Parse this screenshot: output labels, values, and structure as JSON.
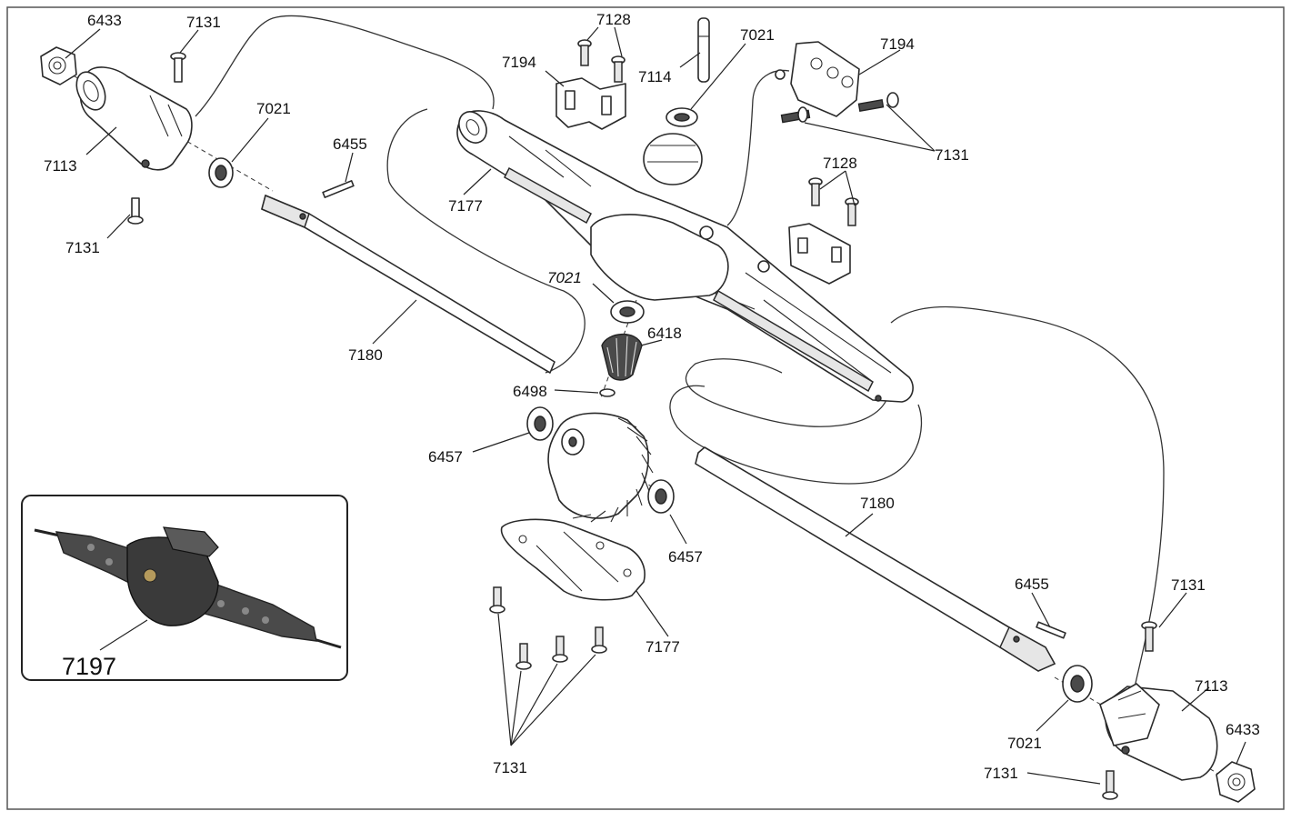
{
  "labels": {
    "nut_left": "6433",
    "screw_top_left": "7131",
    "hub_left": "7113",
    "screw_bottom_left": "7131",
    "bearing_left": "7021",
    "pin_left": "6455",
    "shaft_left": "7180",
    "screws_top": "7128",
    "mount_left": "7194",
    "pin_top": "7114",
    "bearing_top": "7021",
    "mount_right": "7194",
    "screws_right": "7131",
    "screws_mid": "7128",
    "housing_upper": "7177",
    "bearing_pinion": "7021",
    "pinion_gear": "6418",
    "washer": "6498",
    "diff_bearing_left": "6457",
    "diff_bearing_right": "6457",
    "cover": "7177",
    "cover_screws": "7131",
    "shaft_right": "7180",
    "pin_right": "6455",
    "screw_top_right": "7131",
    "hub_right": "7113",
    "nut_right": "6433",
    "bearing_right": "7021",
    "screw_bottom_right": "7131",
    "assembly": "7197"
  }
}
